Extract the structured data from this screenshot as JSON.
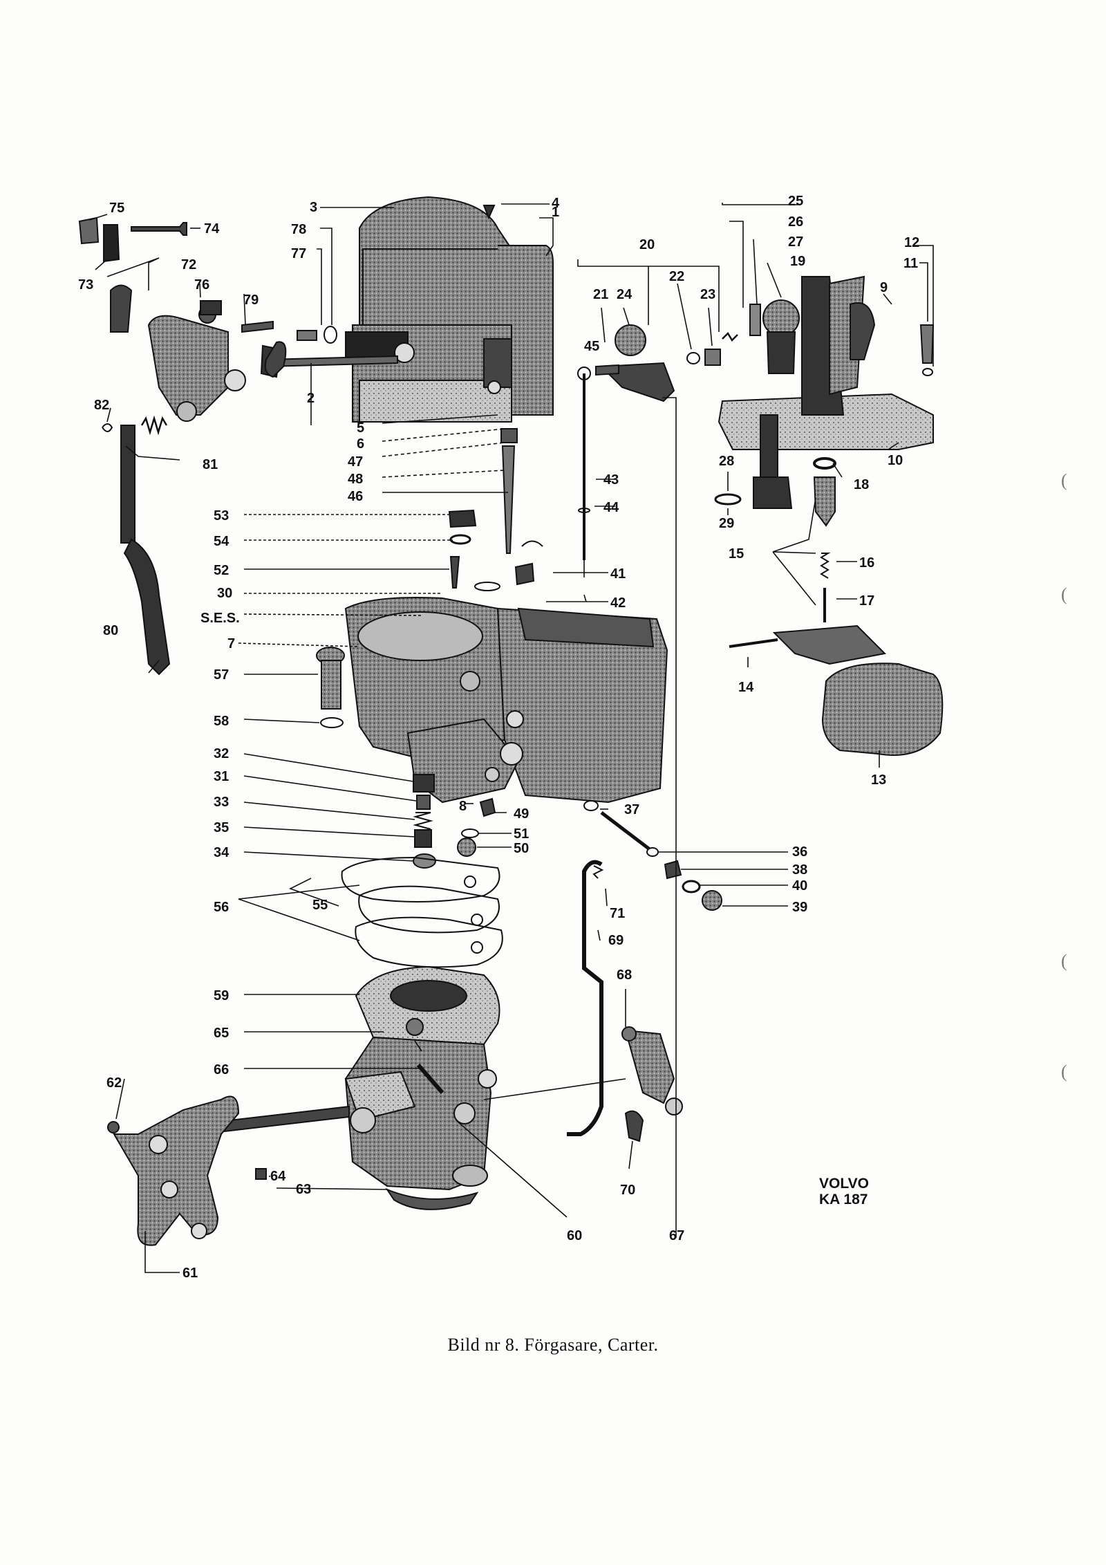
{
  "caption": "Bild nr 8.  Förgasare, Carter.",
  "stamp": {
    "line1": "VOLVO",
    "line2": "KA 187"
  },
  "margin_marks": [
    "(",
    "(",
    "(",
    "("
  ],
  "labels": {
    "l1": "1",
    "l2": "2",
    "l3": "3",
    "l4": "4",
    "l5": "5",
    "l6": "6",
    "l7": "7",
    "l8": "8",
    "l9": "9",
    "l10": "10",
    "l11": "11",
    "l12": "12",
    "l13": "13",
    "l14": "14",
    "l15": "15",
    "l16": "16",
    "l17": "17",
    "l18": "18",
    "l19": "19",
    "l20": "20",
    "l21": "21",
    "l22": "22",
    "l23": "23",
    "l24": "24",
    "l25": "25",
    "l26": "26",
    "l27": "27",
    "l28": "28",
    "l29": "29",
    "l30": "30",
    "l31": "31",
    "l32": "32",
    "l33": "33",
    "l34": "34",
    "l35": "35",
    "l36": "36",
    "l37": "37",
    "l38": "38",
    "l39": "39",
    "l40": "40",
    "l41": "41",
    "l42": "42",
    "l43": "43",
    "l44": "44",
    "l45": "45",
    "l46": "46",
    "l47": "47",
    "l48": "48",
    "l49": "49",
    "l50": "50",
    "l51": "51",
    "l52": "52",
    "l53": "53",
    "l54": "54",
    "l55": "55",
    "l56": "56",
    "l57": "57",
    "l58": "58",
    "l59": "59",
    "l60": "60",
    "l61": "61",
    "l62": "62",
    "l63": "63",
    "l64": "64",
    "l65": "65",
    "l66": "66",
    "l67": "67",
    "l68": "68",
    "l69": "69",
    "l70": "70",
    "l71": "71",
    "l72": "72",
    "l73": "73",
    "l74": "74",
    "l75": "75",
    "l76": "76",
    "l77": "77",
    "l78": "78",
    "l79": "79",
    "l80": "80",
    "l81": "81",
    "l82": "82",
    "ses": "S.E.S."
  }
}
